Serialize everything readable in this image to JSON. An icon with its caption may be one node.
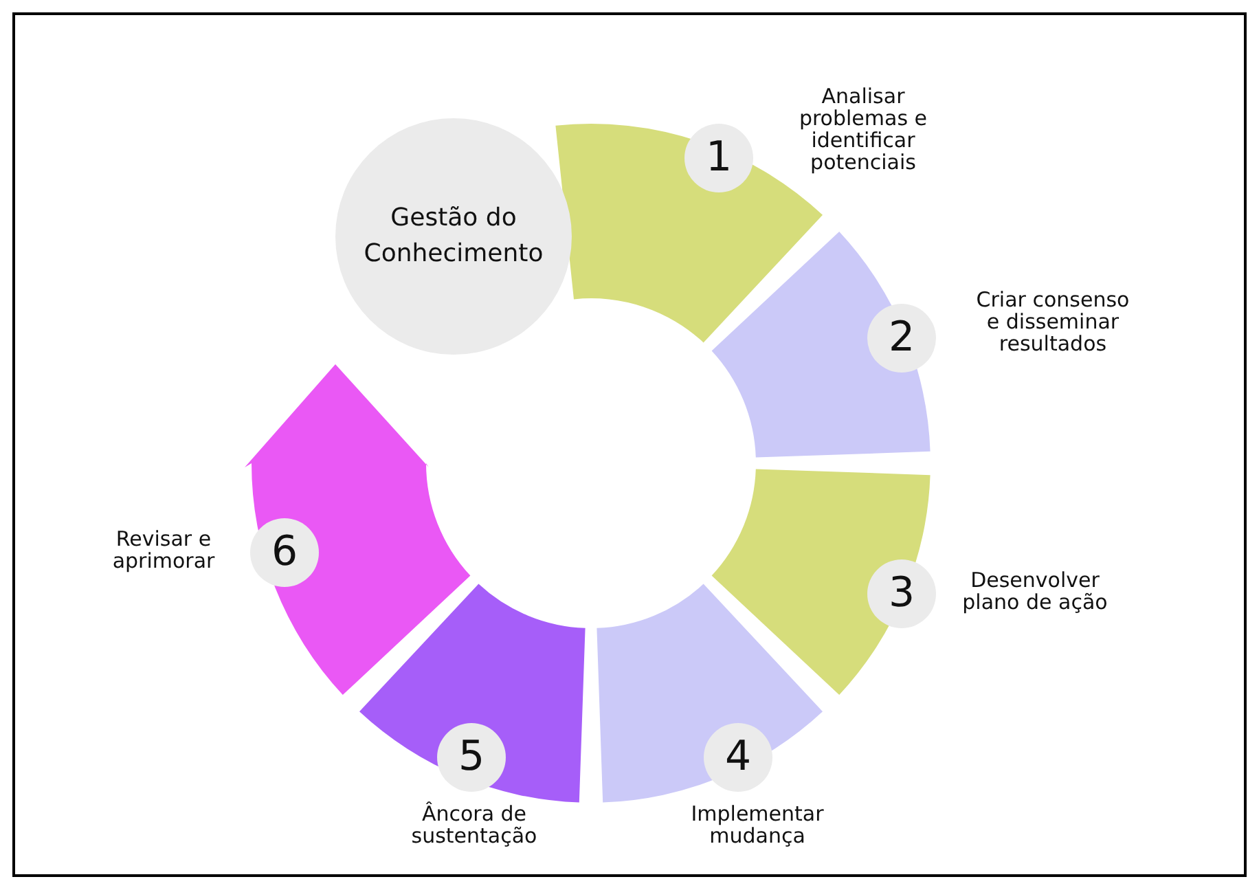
{
  "diagram": {
    "nodes": [
      {
        "text": [
          "Gestão do Conhecimento"
        ]
      },
      {
        "text": [
          "1"
        ],
        "beside": [
          "Analisar problemas e identificar potenciais"
        ]
      },
      {
        "text": [
          "2"
        ],
        "beside": [
          "Criar consenso e disseminar resultados"
        ]
      },
      {
        "text": [
          "3"
        ],
        "beside": [
          "Desenvolver plano de ação"
        ]
      },
      {
        "text": [
          "4"
        ],
        "beside": [
          "Implementar mudança"
        ]
      },
      {
        "text": [
          "5"
        ],
        "beside": [
          "Âncora de sustentação"
        ]
      },
      {
        "text": [
          "6"
        ],
        "beside": [
          "Revisar e aprimorar"
        ]
      }
    ]
  }
}
